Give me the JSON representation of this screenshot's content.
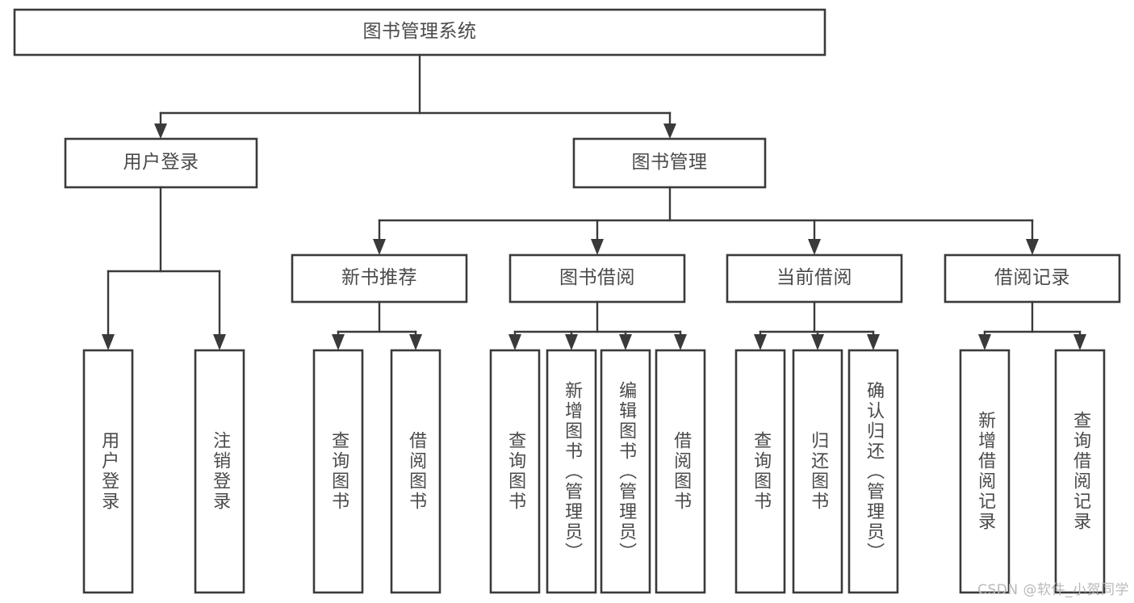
{
  "diagram": {
    "title": "图书管理系统",
    "type": "tree",
    "orientation": "top-down",
    "colors": {
      "box_stroke": "#3a3a3a",
      "box_fill": "#ffffff",
      "text": "#4a4a4a",
      "background": "#ffffff",
      "watermark": "#b9b9b9"
    },
    "root": {
      "id": "root",
      "label": "图书管理系统"
    },
    "level2": [
      {
        "id": "user-login",
        "label": "用户登录"
      },
      {
        "id": "book-manage",
        "label": "图书管理"
      }
    ],
    "level3": [
      {
        "id": "new-book-recommend",
        "label": "新书推荐",
        "parent": "book-manage"
      },
      {
        "id": "book-borrow",
        "label": "图书借阅",
        "parent": "book-manage"
      },
      {
        "id": "current-borrow",
        "label": "当前借阅",
        "parent": "book-manage"
      },
      {
        "id": "borrow-record",
        "label": "借阅记录",
        "parent": "book-manage"
      }
    ],
    "leaves": [
      {
        "id": "leaf-user-login",
        "label": "用户登录",
        "parent": "user-login"
      },
      {
        "id": "leaf-user-logout",
        "label": "注销登录",
        "parent": "user-login"
      },
      {
        "id": "leaf-query-book-1",
        "label": "查询图书",
        "parent": "new-book-recommend"
      },
      {
        "id": "leaf-borrow-book-1",
        "label": "借阅图书",
        "parent": "new-book-recommend"
      },
      {
        "id": "leaf-query-book-2",
        "label": "查询图书",
        "parent": "book-borrow"
      },
      {
        "id": "leaf-add-book",
        "label": "新增图书（管理员）",
        "parent": "book-borrow"
      },
      {
        "id": "leaf-edit-book",
        "label": "编辑图书（管理员）",
        "parent": "book-borrow"
      },
      {
        "id": "leaf-borrow-book-2",
        "label": "借阅图书",
        "parent": "book-borrow"
      },
      {
        "id": "leaf-query-book-3",
        "label": "查询图书",
        "parent": "current-borrow"
      },
      {
        "id": "leaf-return-book",
        "label": "归还图书",
        "parent": "current-borrow"
      },
      {
        "id": "leaf-confirm-return",
        "label": "确认归还（管理员）",
        "parent": "current-borrow"
      },
      {
        "id": "leaf-add-record",
        "label": "新增借阅记录",
        "parent": "borrow-record"
      },
      {
        "id": "leaf-query-record",
        "label": "查询借阅记录",
        "parent": "borrow-record"
      }
    ]
  },
  "watermark": {
    "text": "CSDN @软件_小贺同学"
  }
}
